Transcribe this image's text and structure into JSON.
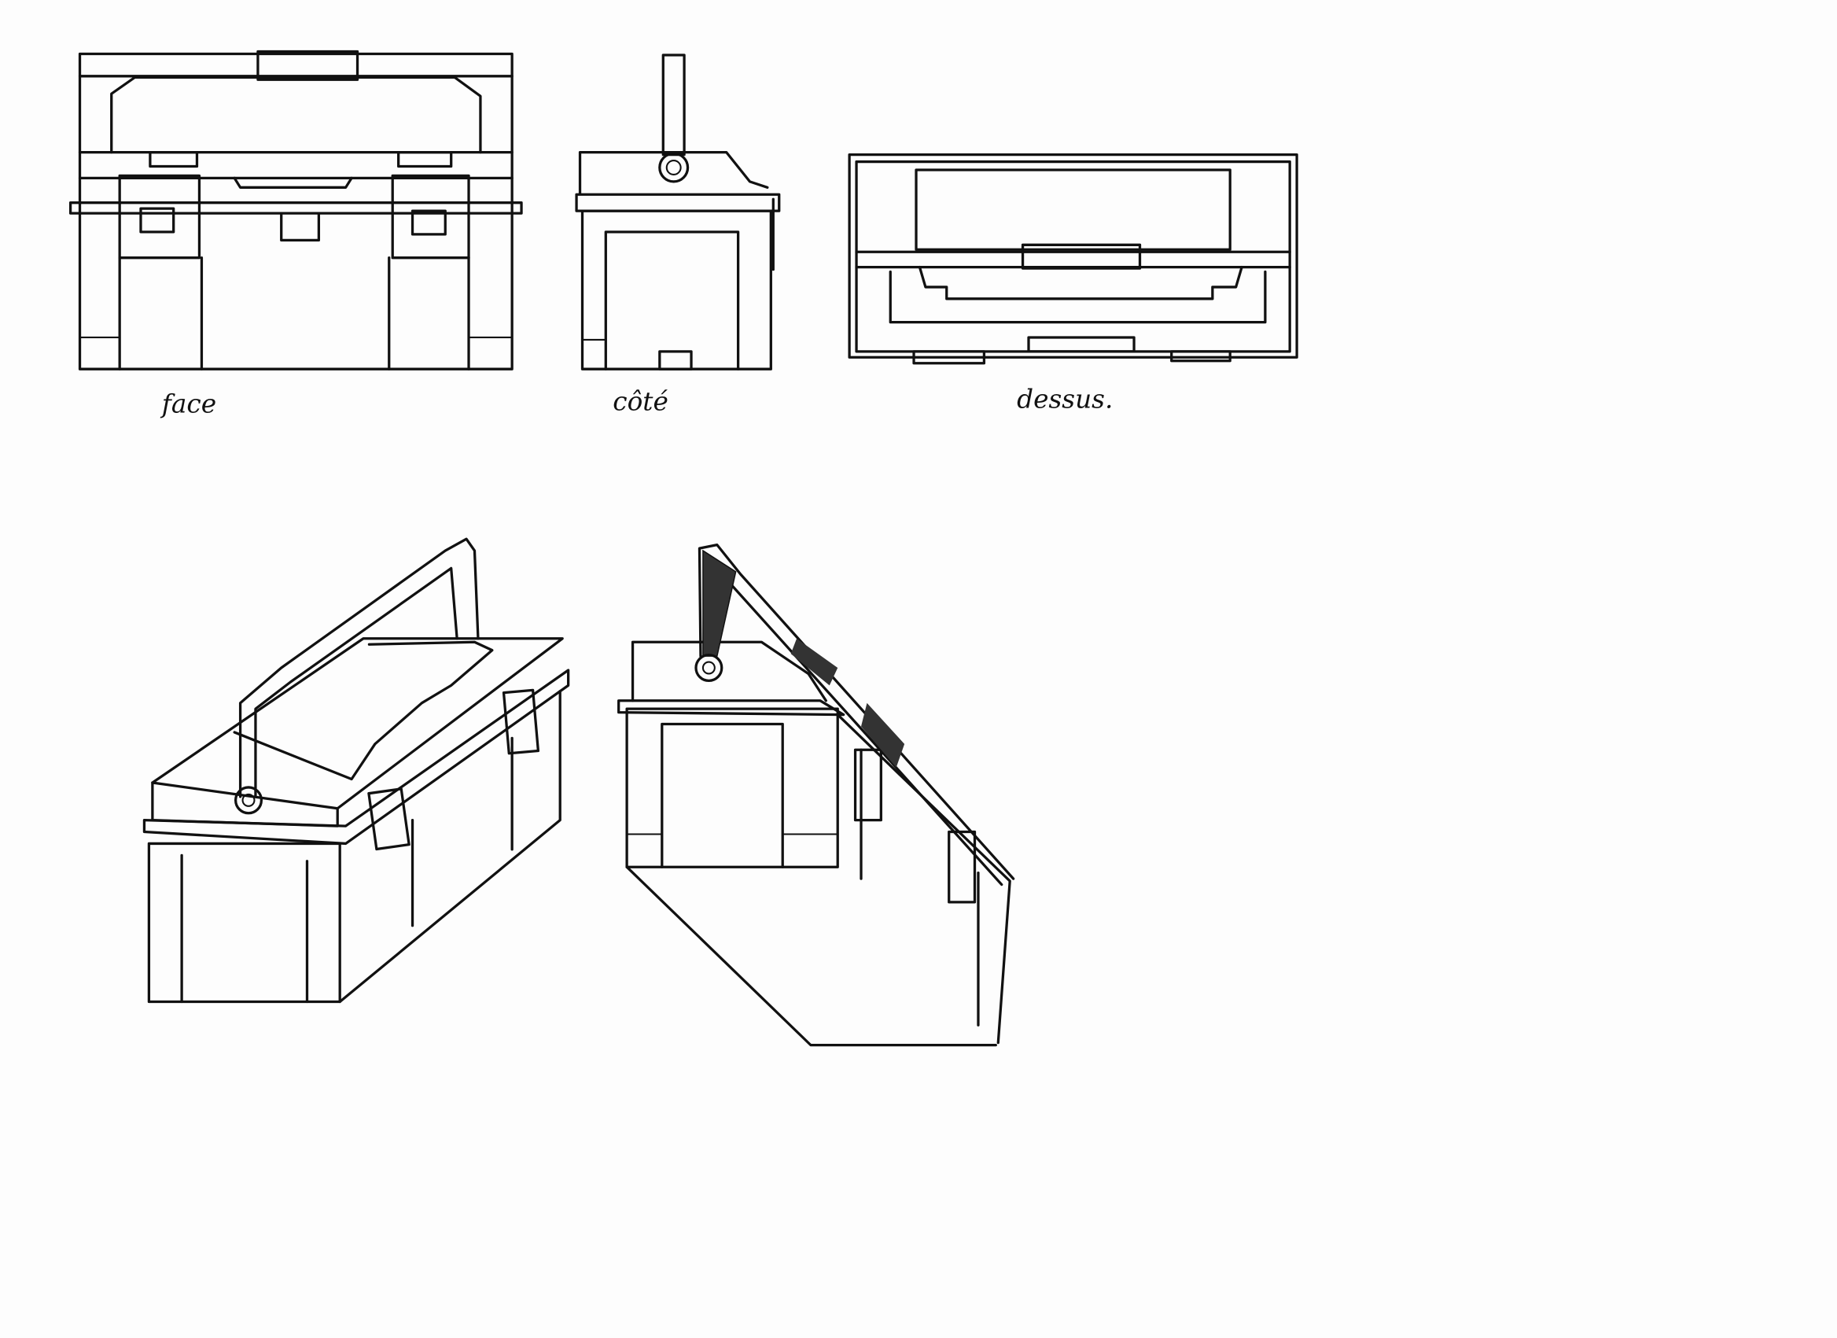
{
  "labels": {
    "front": "face",
    "side": "côté",
    "top": "dessus."
  },
  "ink_color": "#111111",
  "paper_color": "#fdfdfd"
}
